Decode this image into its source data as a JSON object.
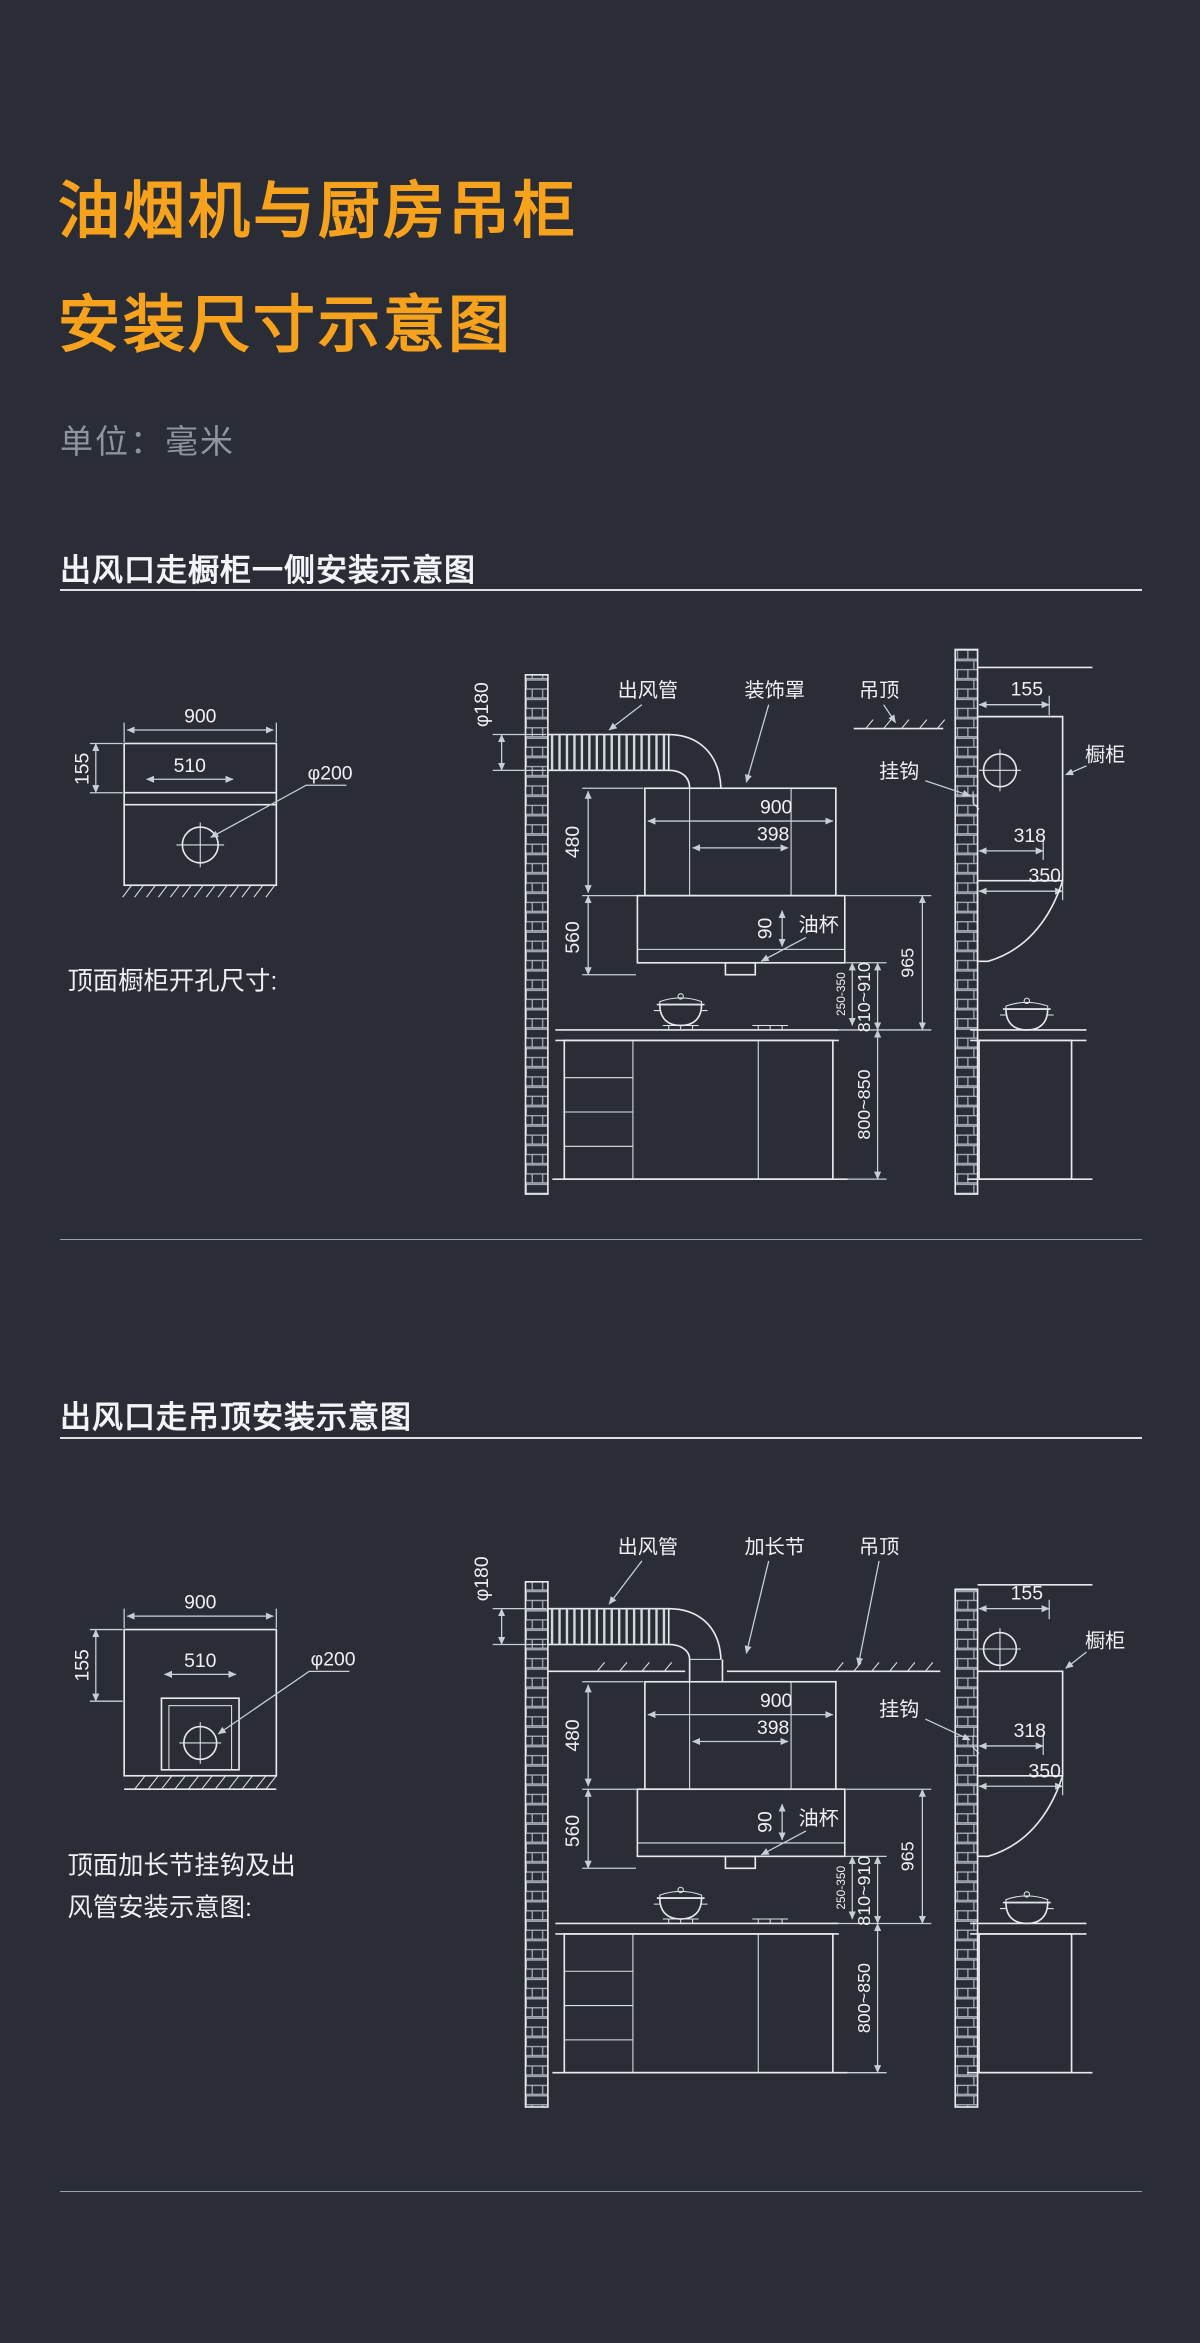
{
  "page": {
    "background": "#2a2d35",
    "accent": "#f7a21c",
    "line_color": "#e6e9ee",
    "muted_color": "#8f949d"
  },
  "header": {
    "title_line1": "油烟机与厨房吊柜",
    "title_line2": "安装尺寸示意图",
    "unit_label": "单位：毫米"
  },
  "s1": {
    "heading": "出风口走橱柜一侧安装示意图",
    "cutout": {
      "caption": "顶面橱柜开孔尺寸:",
      "width": "900",
      "inner_width": "510",
      "edge_offset": "155",
      "hole_dia": "φ200"
    },
    "front": {
      "duct_label": "出风管",
      "cover_label": "装饰罩",
      "ceiling_label": "吊顶",
      "duct_dia": "φ180",
      "hood_width": "900",
      "vent_width": "398",
      "cover_height": "480",
      "hood_height": "560",
      "cup_height": "90",
      "oil_cup_label": "油杯",
      "stove_clearance": "250-350",
      "hood_to_counter": "810~910",
      "counter_height": "800~850",
      "total_height": "965"
    },
    "side": {
      "wall_offset": "155",
      "hook_label": "挂钩",
      "cabinet_label": "橱柜",
      "depth_top": "318",
      "depth": "350"
    }
  },
  "s2": {
    "heading": "出风口走吊顶安装示意图",
    "cutout": {
      "caption_line1": "顶面加长节挂钩及出",
      "caption_line2": "风管安装示意图:",
      "width": "900",
      "inner_width": "510",
      "edge_offset": "155",
      "hole_dia": "φ200"
    },
    "front": {
      "duct_label": "出风管",
      "extension_label": "加长节",
      "ceiling_label": "吊顶",
      "duct_dia": "φ180",
      "hood_width": "900",
      "vent_width": "398",
      "cover_height": "480",
      "hood_height": "560",
      "cup_height": "90",
      "oil_cup_label": "油杯",
      "stove_clearance": "250-350",
      "hood_to_counter": "810~910",
      "counter_height": "800~850",
      "total_height": "965"
    },
    "side": {
      "wall_offset": "155",
      "hook_label": "挂钩",
      "cabinet_label": "橱柜",
      "depth_top": "318",
      "depth": "350"
    }
  }
}
